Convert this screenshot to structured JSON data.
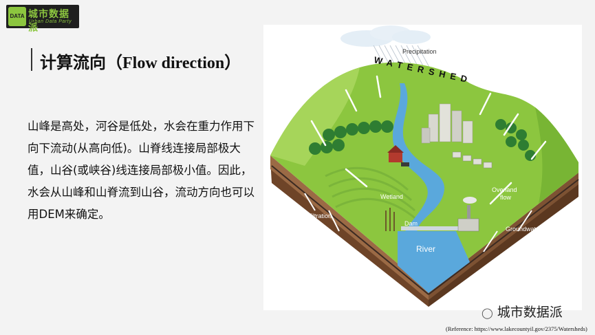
{
  "logo": {
    "badge": "DATA",
    "name": "城市数据派",
    "subtitle": "Urban Data Party"
  },
  "slide": {
    "title": "计算流向（Flow direction）",
    "body": "山峰是高处，河谷是低处，水会在重力作用下向下流动(从高向低)。山脊线连接局部极大值，山谷(或峡谷)线连接局部极小值。因此，水会从山峰和山脊流到山谷，流动方向也可以用DEM来确定。"
  },
  "figure": {
    "labels": {
      "precipitation": "Precipitation",
      "watershed": "WATERSHED",
      "wetland": "Wetland",
      "overland": "Overland",
      "flow": "flow",
      "infiltration": "Infiltration",
      "dam": "Dam",
      "river": "River",
      "groundwater": "Groundwater"
    },
    "colors": {
      "grass": "#8cc63f",
      "grass_dark": "#5a9e2a",
      "soil": "#8a5a3a",
      "water": "#5aa8dc"
    }
  },
  "watermark": {
    "icon": "wechat-icon",
    "text": "城市数据派"
  },
  "reference": "(Reference: https://www.lakecountyil.gov/2375/Watersheds)"
}
